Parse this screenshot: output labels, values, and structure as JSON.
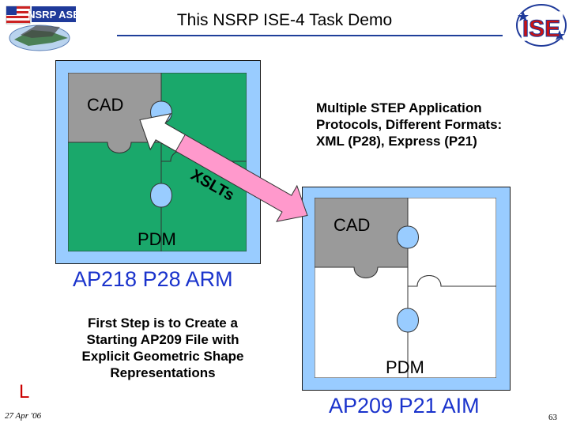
{
  "header": {
    "title": "This NSRP ISE-4 Task Demo",
    "left_logo_text": "NSRP ASE",
    "right_logo_text": "ISE"
  },
  "left_panel": {
    "cad_label": "CAD",
    "pdm_label": "PDM",
    "format_label": "AP218 P28 ARM"
  },
  "right_panel": {
    "cad_label": "CAD",
    "pdm_label": "PDM",
    "format_label": "AP209 P21 AIM"
  },
  "arrow": {
    "label": "XSLTs"
  },
  "notes": {
    "protocols": [
      "Multiple STEP Application",
      "Protocols, Different Formats:",
      "XML (P28), Express (P21)"
    ],
    "first_step": [
      "First Step is to Create a",
      "Starting AP209 File with",
      "Explicit Geometric Shape",
      "Representations"
    ]
  },
  "footer": {
    "letter": "L",
    "date": "27 Apr '06",
    "page_number": "63"
  },
  "colors": {
    "panel_bg": "#99ccff",
    "green_piece": "#1aa86b",
    "gray_piece": "#9a9a9a",
    "white_piece": "#ffffff",
    "arrow_fill": "#ff99cc",
    "blue_text": "#1a33cc",
    "red_text": "#cc0000"
  }
}
